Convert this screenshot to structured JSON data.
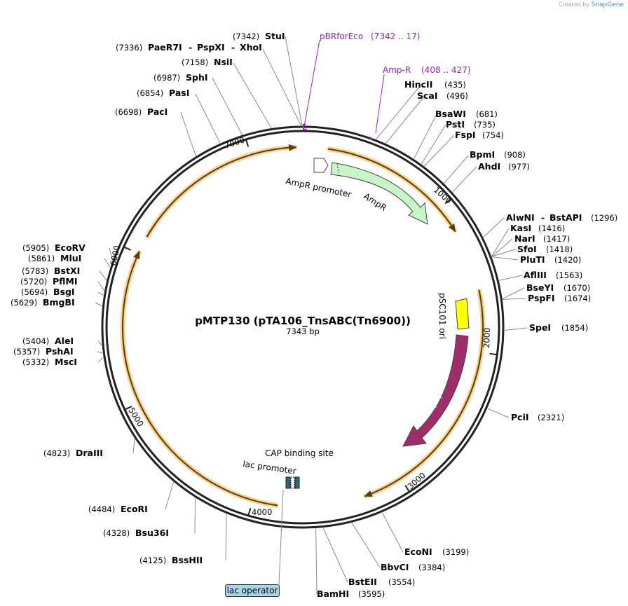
{
  "credit": {
    "prefix": "Created by",
    "brand": "SnapGene"
  },
  "plasmid": {
    "name": "pMTP130 (pTA106_TnsABC(Tn6900))",
    "size": "7343 bp"
  },
  "ticks": [
    "1000",
    "2000",
    "3000",
    "4000",
    "5000",
    "6000",
    "7000"
  ],
  "primers": [
    {
      "name": "pBRforEco",
      "range": "(7342 .. 17)"
    },
    {
      "name": "Amp-R",
      "range": "(408 .. 427)"
    }
  ],
  "features": {
    "ampr_promoter": "AmpR promoter",
    "ampr": "AmpR",
    "psc101_ori": "pSC101 ori",
    "rep101": "Rep101",
    "cap_site": "CAP binding site",
    "lac_promoter": "lac promoter",
    "lac_operator": "lac operator"
  },
  "sites": [
    {
      "name": "StuI",
      "pos": "(7342)"
    },
    {
      "name": "PaeR7I",
      "pos": "(7336)"
    },
    {
      "name": "PspXI",
      "pos": ""
    },
    {
      "name": "XhoI",
      "pos": ""
    },
    {
      "name": "NsiI",
      "pos": "(7158)"
    },
    {
      "name": "SphI",
      "pos": "(6987)"
    },
    {
      "name": "PasI",
      "pos": "(6854)"
    },
    {
      "name": "PacI",
      "pos": "(6698)"
    },
    {
      "name": "HincII",
      "pos": "(435)"
    },
    {
      "name": "ScaI",
      "pos": "(496)"
    },
    {
      "name": "BsaWI",
      "pos": "(681)"
    },
    {
      "name": "PstI",
      "pos": "(735)"
    },
    {
      "name": "FspI",
      "pos": "(754)"
    },
    {
      "name": "BpmI",
      "pos": "(908)"
    },
    {
      "name": "AhdI",
      "pos": "(977)"
    },
    {
      "name": "AlwNI",
      "pos": ""
    },
    {
      "name": "BstAPI",
      "pos": "(1296)"
    },
    {
      "name": "KasI",
      "pos": "(1416)"
    },
    {
      "name": "NarI",
      "pos": "(1417)"
    },
    {
      "name": "SfoI",
      "pos": "(1418)"
    },
    {
      "name": "PluTI",
      "pos": "(1420)"
    },
    {
      "name": "AflIII",
      "pos": "(1563)"
    },
    {
      "name": "BseYI",
      "pos": "(1670)"
    },
    {
      "name": "PspFI",
      "pos": "(1674)"
    },
    {
      "name": "SpeI",
      "pos": "(1854)"
    },
    {
      "name": "PciI",
      "pos": "(2321)"
    },
    {
      "name": "EcoNI",
      "pos": "(3199)"
    },
    {
      "name": "BbvCI",
      "pos": "(3384)"
    },
    {
      "name": "BstEII",
      "pos": "(3554)"
    },
    {
      "name": "BamHI",
      "pos": "(3595)"
    },
    {
      "name": "BssHII",
      "pos": "(4125)"
    },
    {
      "name": "Bsu36I",
      "pos": "(4328)"
    },
    {
      "name": "EcoRI",
      "pos": "(4484)"
    },
    {
      "name": "DraIII",
      "pos": "(4823)"
    },
    {
      "name": "MscI",
      "pos": "(5332)"
    },
    {
      "name": "PshAI",
      "pos": "(5357)"
    },
    {
      "name": "AleI",
      "pos": "(5404)"
    },
    {
      "name": "BmgBI",
      "pos": "(5629)"
    },
    {
      "name": "BsgI",
      "pos": "(5694)"
    },
    {
      "name": "PflMI",
      "pos": "(5720)"
    },
    {
      "name": "BstXI",
      "pos": "(5783)"
    },
    {
      "name": "MluI",
      "pos": "(5861)"
    },
    {
      "name": "EcoRV",
      "pos": "(5905)"
    }
  ]
}
